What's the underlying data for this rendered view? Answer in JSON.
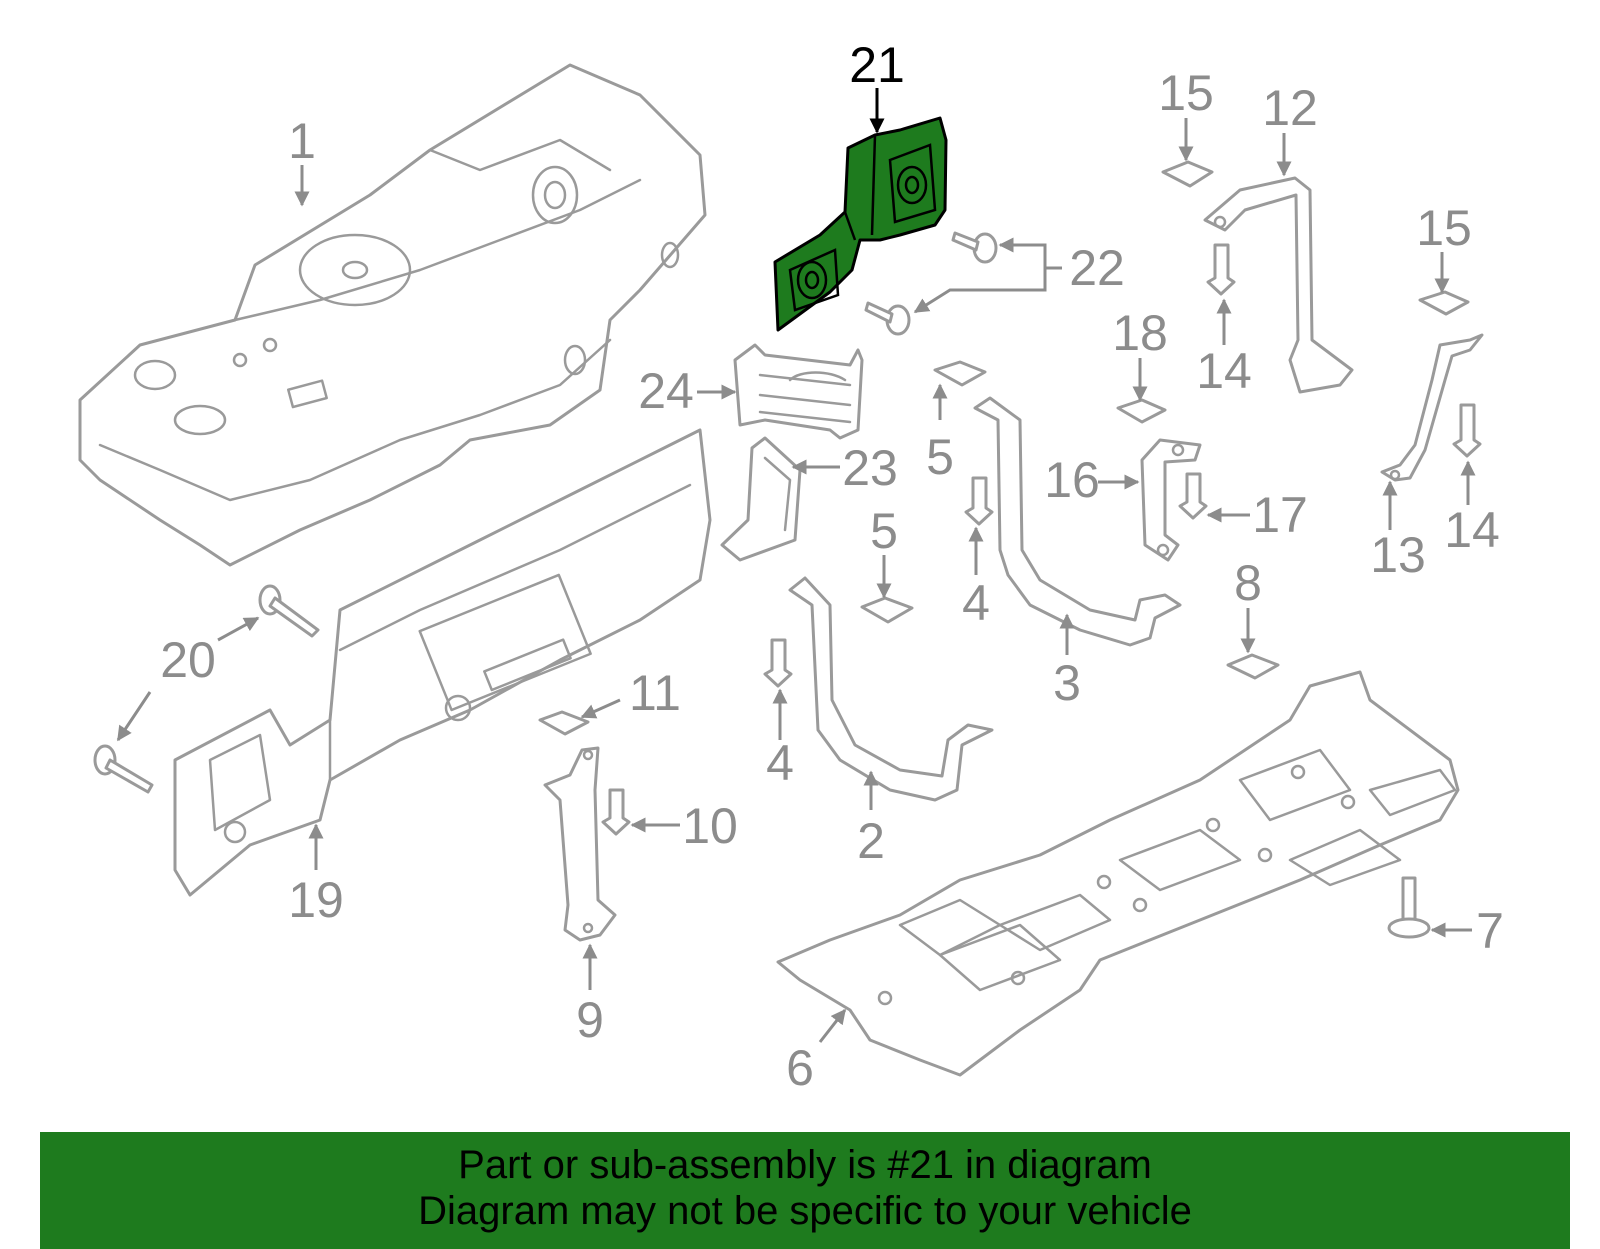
{
  "callouts": [
    "1",
    "2",
    "3",
    "4",
    "4",
    "5",
    "5",
    "6",
    "7",
    "8",
    "9",
    "10",
    "11",
    "12",
    "13",
    "14",
    "14",
    "15",
    "15",
    "16",
    "17",
    "18",
    "19",
    "20",
    "21",
    "22",
    "23",
    "24"
  ],
  "highlighted_callout": "21",
  "highlight_color": "#1e7b1e",
  "banner": {
    "line1": "Part or sub-assembly is #21 in diagram",
    "line2": "Diagram may not be specific to your vehicle"
  }
}
